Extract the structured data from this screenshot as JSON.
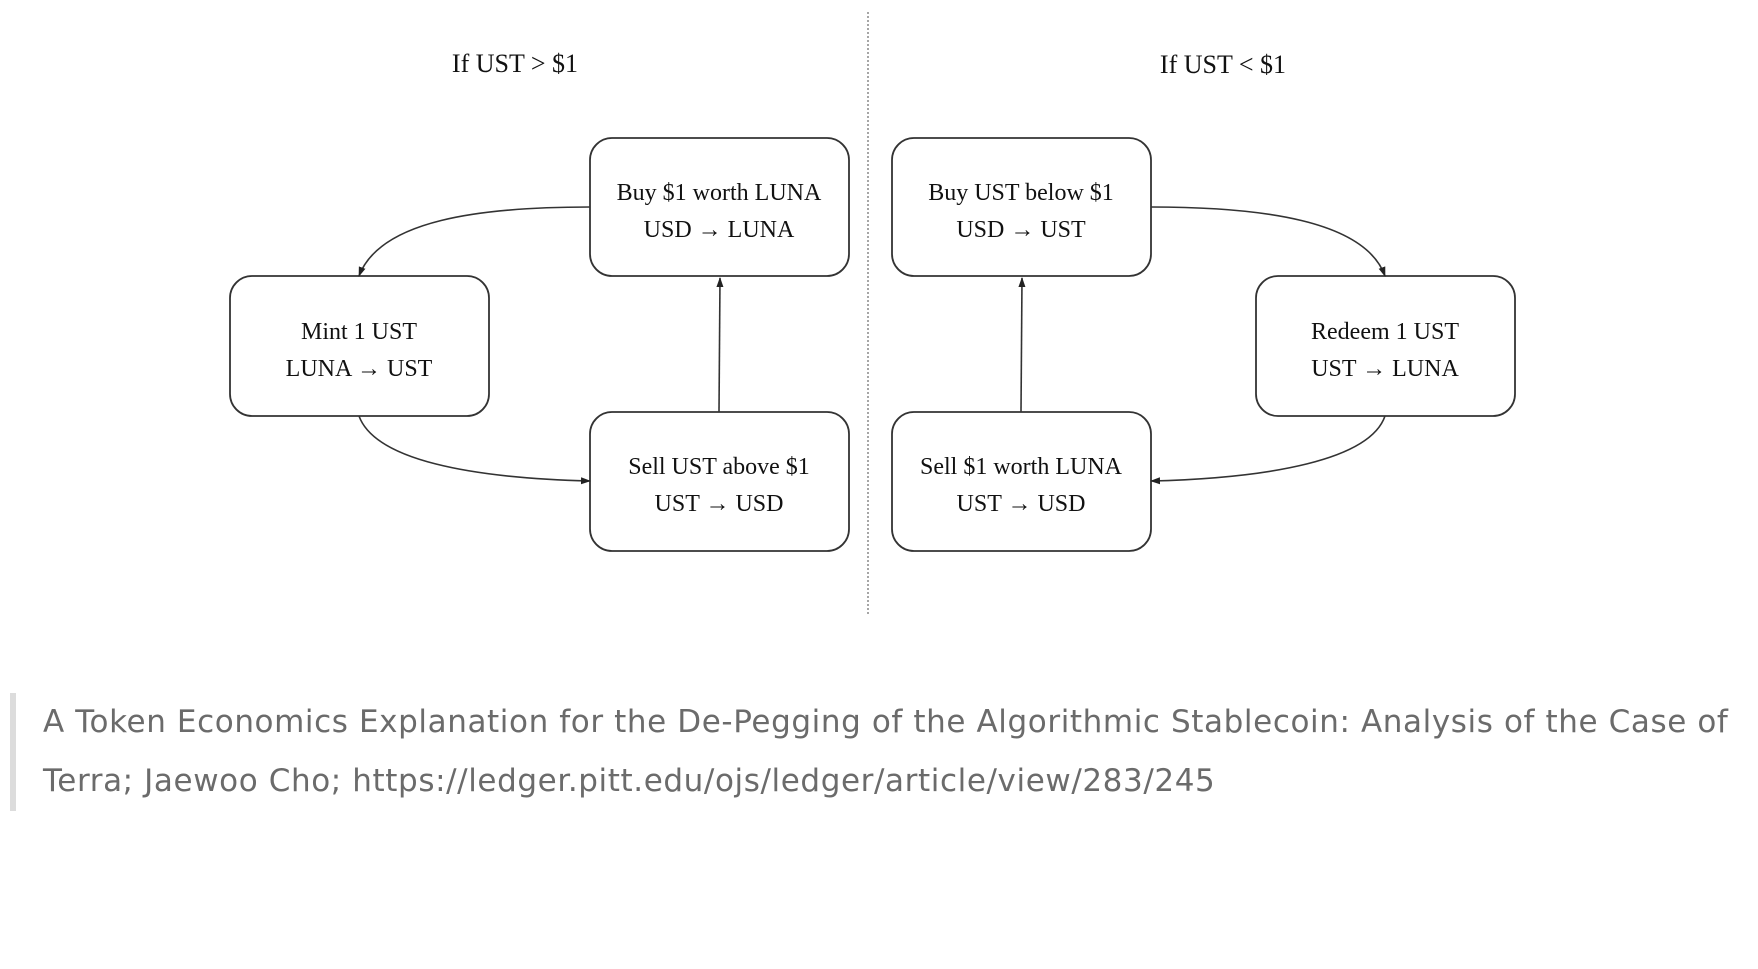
{
  "diagram": {
    "left_title": "If UST > $1",
    "right_title": "If UST < $1",
    "boxes": {
      "buy_luna": {
        "line1": "Buy $1 worth LUNA",
        "line2": "USD → LUNA"
      },
      "mint_ust": {
        "line1": "Mint 1 UST",
        "line2": "LUNA → UST"
      },
      "sell_ust": {
        "line1": "Sell UST above $1",
        "line2": "UST → USD"
      },
      "buy_ust": {
        "line1": "Buy UST below $1",
        "line2": "USD → UST"
      },
      "redeem_ust": {
        "line1": "Redeem 1 UST",
        "line2": "UST → LUNA"
      },
      "sell_luna": {
        "line1": "Sell $1 worth LUNA",
        "line2": "UST → USD"
      }
    }
  },
  "caption": "A Token Economics Explanation for the De-Pegging of the Algorithmic Stablecoin: Analysis of the Case of Terra; Jaewoo Cho; https://ledger.pitt.edu/ojs/ledger/article/view/283/245"
}
